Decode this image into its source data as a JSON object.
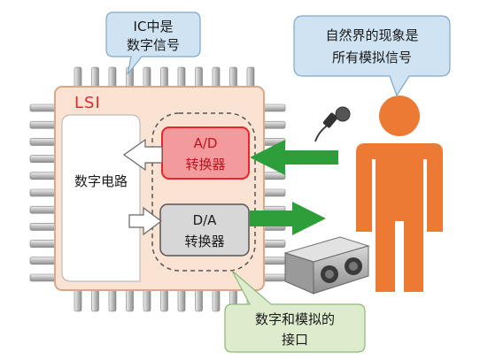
{
  "chip": {
    "label": "LSI",
    "digital_circuit": "数字电路",
    "ad_converter": {
      "line1": "A/D",
      "line2": "转换器"
    },
    "da_converter": {
      "line1": "D/A",
      "line2": "转换器"
    }
  },
  "callouts": {
    "ic_digital": {
      "line1": "IC中是",
      "line2": "数字信号"
    },
    "nature_analog": {
      "line1": "自然界的现象是",
      "line2": "所有模拟信号"
    },
    "interface": {
      "line1": "数字和模拟的",
      "line2": "接口"
    }
  },
  "colors": {
    "chip_fill": "#fbe3d3",
    "chip_border": "#d9a888",
    "lsi_text": "#e8262a",
    "ad_fill": "#f39a9c",
    "ad_border": "#e8262a",
    "da_fill": "#d7d7d7",
    "callout_blue": "#cfe3f3",
    "callout_green": "#dceccd",
    "arrow_green": "#2e9e3a",
    "person": "#ec7a35"
  },
  "icons": [
    "microphone-icon",
    "speaker-icon",
    "person-icon",
    "pin-icon"
  ]
}
